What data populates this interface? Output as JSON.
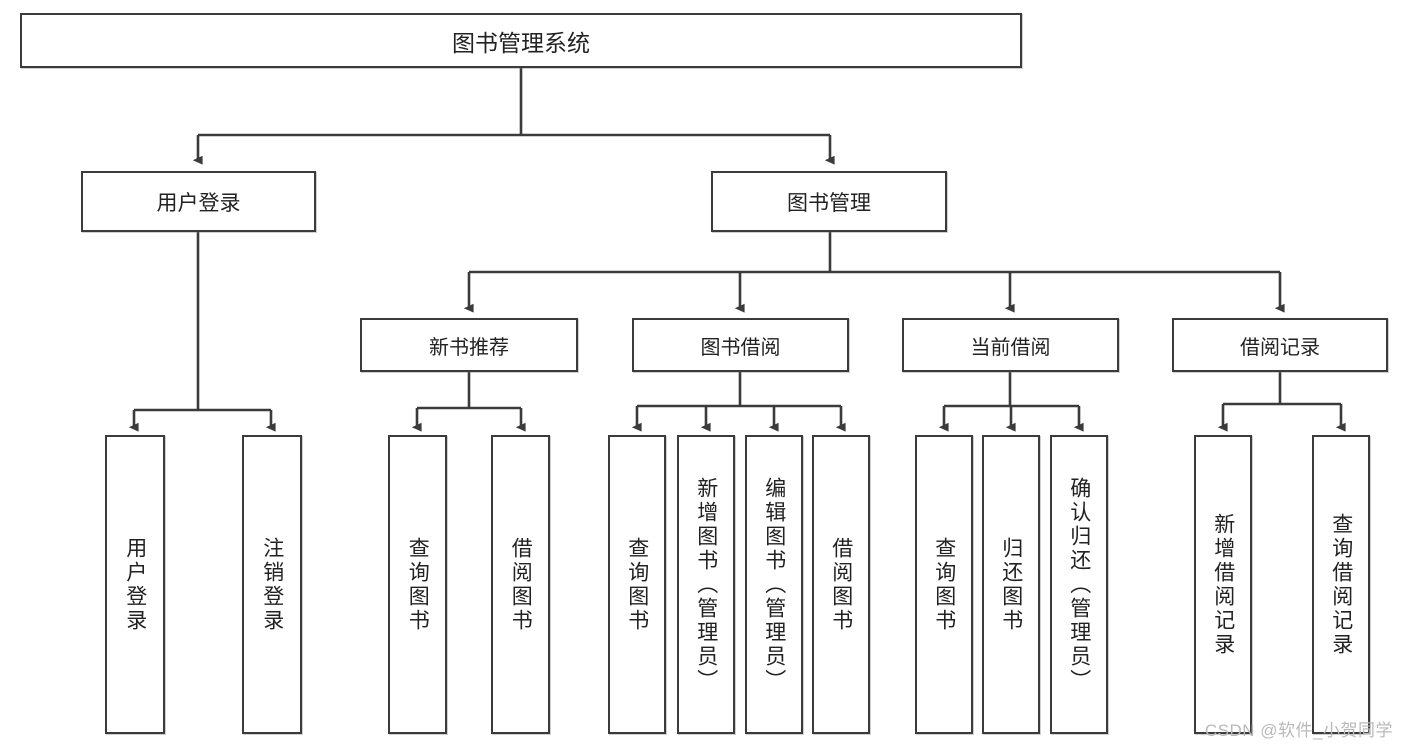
{
  "diagram": {
    "title": "图书管理系统",
    "watermark": "CSDN @软件_小贺同学",
    "colors": {
      "stroke": "#3b3b3b",
      "fill": "#ffffff",
      "text": "#222222",
      "watermark": "#b9b9b9"
    },
    "nodes": {
      "root": {
        "label": "图书管理系统"
      },
      "level2": [
        {
          "id": "user-login",
          "label": "用户登录"
        },
        {
          "id": "book-manage",
          "label": "图书管理"
        }
      ],
      "level3": [
        {
          "id": "new-book-recommend",
          "label": "新书推荐"
        },
        {
          "id": "book-borrow",
          "label": "图书借阅"
        },
        {
          "id": "current-borrow",
          "label": "当前借阅"
        },
        {
          "id": "borrow-record",
          "label": "借阅记录"
        }
      ],
      "leaves": [
        {
          "id": "leaf-user-login",
          "label": "用户登录",
          "parent": "user-login"
        },
        {
          "id": "leaf-logout-login",
          "label": "注销登录",
          "parent": "user-login"
        },
        {
          "id": "leaf-query-book-1",
          "label": "查询图书",
          "parent": "new-book-recommend"
        },
        {
          "id": "leaf-borrow-book-1",
          "label": "借阅图书",
          "parent": "new-book-recommend"
        },
        {
          "id": "leaf-query-book-2",
          "label": "查询图书",
          "parent": "book-borrow"
        },
        {
          "id": "leaf-add-book",
          "label": "新增图书（管理员）",
          "parent": "book-borrow"
        },
        {
          "id": "leaf-edit-book",
          "label": "编辑图书（管理员）",
          "parent": "book-borrow"
        },
        {
          "id": "leaf-borrow-book-2",
          "label": "借阅图书",
          "parent": "book-borrow"
        },
        {
          "id": "leaf-query-book-3",
          "label": "查询图书",
          "parent": "current-borrow"
        },
        {
          "id": "leaf-return-book",
          "label": "归还图书",
          "parent": "current-borrow"
        },
        {
          "id": "leaf-confirm-return",
          "label": "确认归还（管理员）",
          "parent": "current-borrow"
        },
        {
          "id": "leaf-add-record",
          "label": "新增借阅记录",
          "parent": "borrow-record"
        },
        {
          "id": "leaf-query-record",
          "label": "查询借阅记录",
          "parent": "borrow-record"
        }
      ]
    }
  }
}
